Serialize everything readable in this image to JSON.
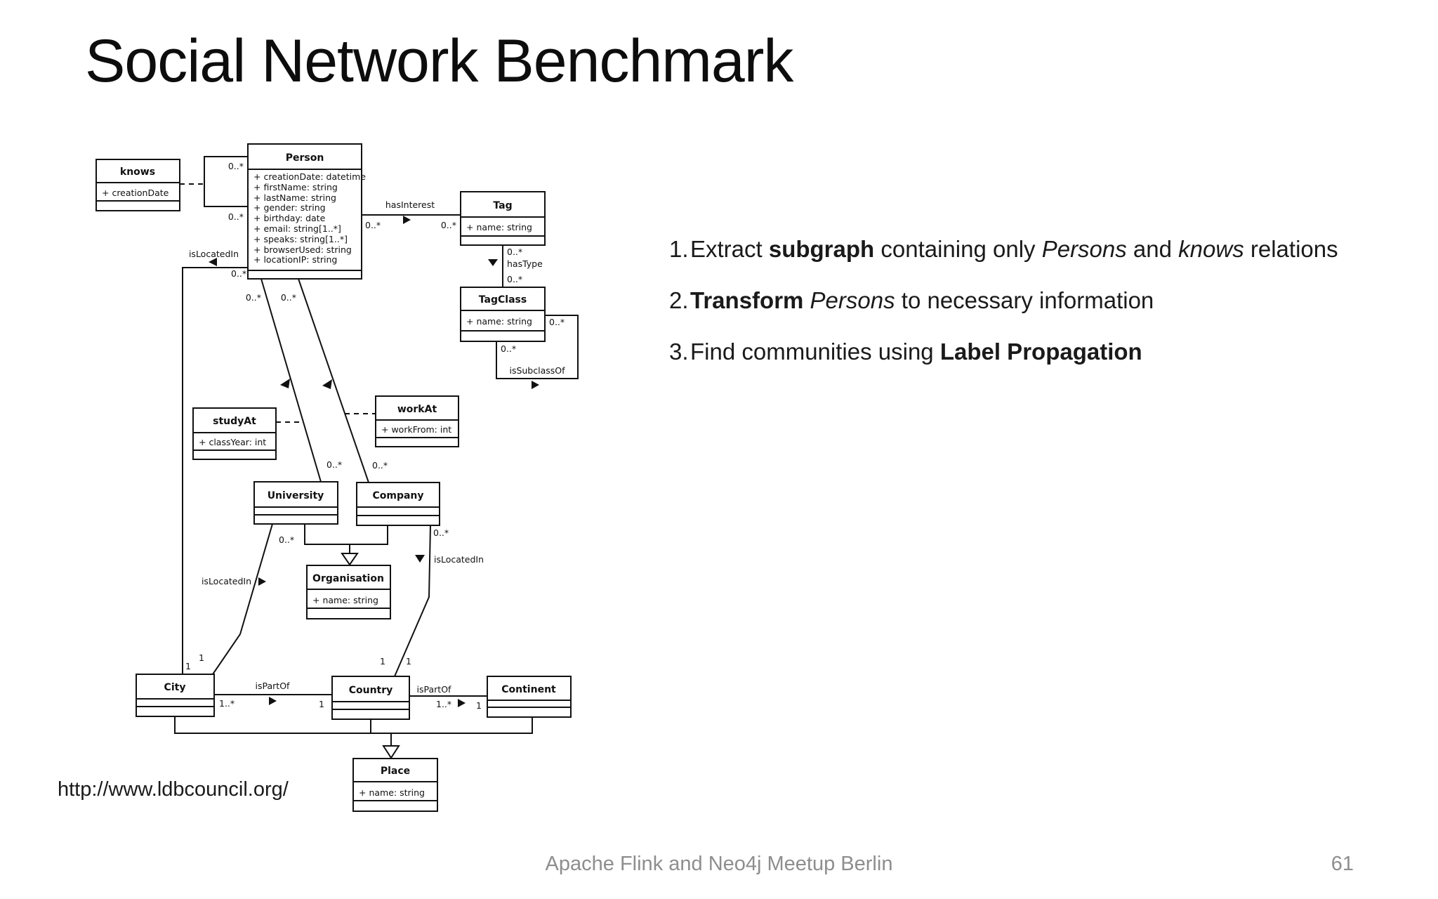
{
  "slide": {
    "title": "Social Network Benchmark",
    "url": "http://www.ldbcouncil.org/",
    "footer_text": "Apache Flink and Neo4j Meetup Berlin",
    "page_number": "61"
  },
  "steps": [
    {
      "num": "1.",
      "parts": [
        {
          "t": "Extract "
        },
        {
          "t": "subgraph"
        },
        {
          "t": " containing only "
        },
        {
          "t": "Persons"
        },
        {
          "t": " and "
        },
        {
          "t": "knows"
        },
        {
          "t": " relations"
        }
      ]
    },
    {
      "num": "2.",
      "parts": [
        {
          "t": "Transform "
        },
        {
          "t": "Persons"
        },
        {
          "t": " to necessary information"
        }
      ]
    },
    {
      "num": "3.",
      "parts": [
        {
          "t": "Find communities using "
        },
        {
          "t": "Label Propagation"
        }
      ]
    }
  ],
  "diagram": {
    "classes": {
      "knows": {
        "title": "knows",
        "attrs": [
          "+ creationDate"
        ]
      },
      "person": {
        "title": "Person",
        "attrs": [
          "+ creationDate: datetime",
          "+ firstName: string",
          "+ lastName: string",
          "+ gender: string",
          "+ birthday: date",
          "+ email: string[1..*]",
          "+ speaks: string[1..*]",
          "+ browserUsed: string",
          "+ locationIP: string"
        ]
      },
      "tag": {
        "title": "Tag",
        "attrs": [
          "+ name: string"
        ]
      },
      "tagclass": {
        "title": "TagClass",
        "attrs": [
          "+ name: string"
        ]
      },
      "studyat": {
        "title": "studyAt",
        "attrs": [
          "+ classYear: int"
        ]
      },
      "workat": {
        "title": "workAt",
        "attrs": [
          "+ workFrom: int"
        ]
      },
      "university": {
        "title": "University"
      },
      "company": {
        "title": "Company"
      },
      "organisation": {
        "title": "Organisation",
        "attrs": [
          "+ name: string"
        ]
      },
      "city": {
        "title": "City"
      },
      "country": {
        "title": "Country"
      },
      "continent": {
        "title": "Continent"
      },
      "place": {
        "title": "Place",
        "attrs": [
          "+ name: string"
        ]
      }
    },
    "relations": {
      "hasInterest": "hasInterest",
      "hasType": "hasType",
      "isSubclassOf": "isSubclassOf",
      "isLocatedIn": "isLocatedIn",
      "isPartOf": "isPartOf"
    },
    "mult": {
      "many": "0..*",
      "one": "1",
      "one_many": "1..*"
    }
  }
}
